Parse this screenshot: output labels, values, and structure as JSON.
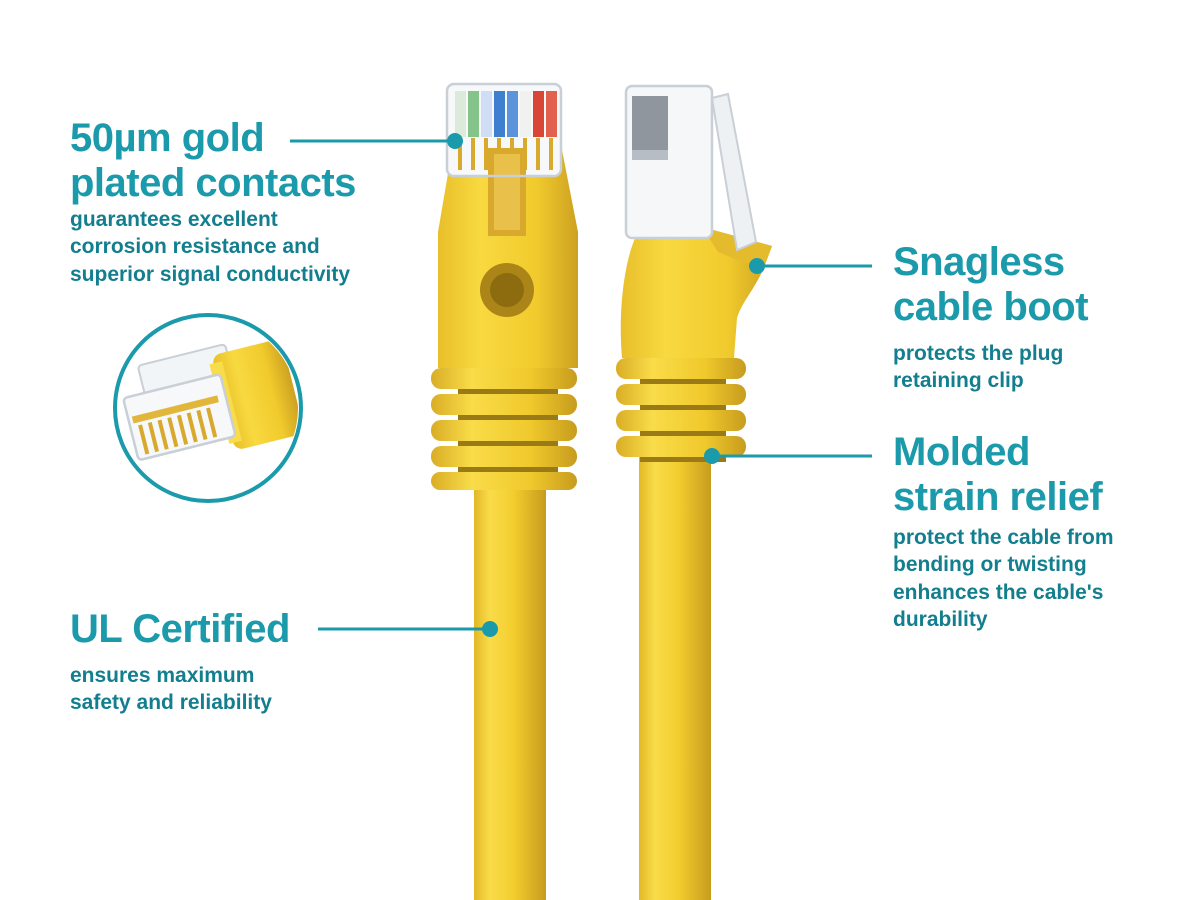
{
  "colors": {
    "heading_teal": "#1b9aab",
    "body_teal": "#127e8e",
    "leader_teal": "#1b9aab",
    "cable_yellow": "#f3cd2e",
    "cable_yellow_highlight": "#f9dc49",
    "cable_yellow_shadow": "#cfa322",
    "gold_contact": "#d9a92e",
    "background": "#ffffff"
  },
  "callouts": {
    "gold_contacts": {
      "title": "50µm gold\nplated contacts",
      "body": "guarantees excellent\ncorrosion resistance and\nsuperior signal conductivity"
    },
    "ul_certified": {
      "title": "UL Certified",
      "body": "ensures maximum\nsafety and reliability"
    },
    "snagless_boot": {
      "title": "Snagless\ncable boot",
      "body": "protects the plug\nretaining clip"
    },
    "strain_relief": {
      "title": "Molded\nstrain relief",
      "body": "protect the cable from\nbending or twisting\nenhances the cable's\ndurability"
    }
  },
  "illustration": {
    "front_view": "rj45-connector-front-view",
    "side_view": "rj45-connector-side-view",
    "inset": "gold-contacts-closeup"
  }
}
